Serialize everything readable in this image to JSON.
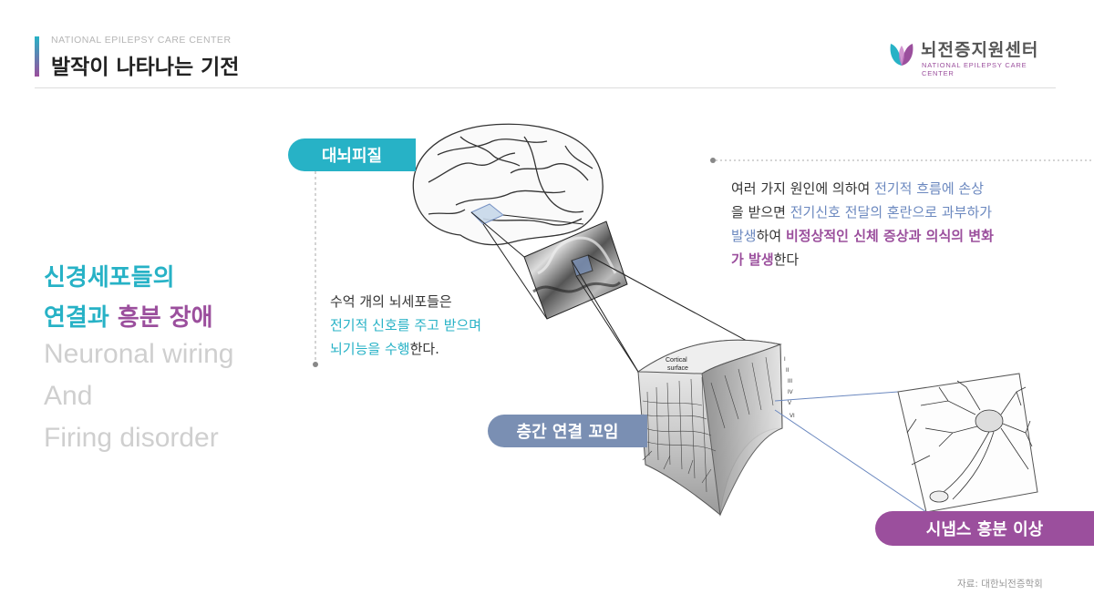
{
  "header": {
    "subtitle": "NATIONAL EPILEPSY CARE CENTER",
    "title": "발작이 나타나는 기전"
  },
  "logo": {
    "name": "뇌전증지원센터",
    "english": "NATIONAL EPILEPSY CARE CENTER"
  },
  "left_panel": {
    "korean_line1": "신경세포들의",
    "korean_line2_a": "연결과 ",
    "korean_line2_b": "흥분 장애",
    "english_lines": [
      "Neuronal wiring",
      "And",
      "Firing disorder"
    ]
  },
  "labels": {
    "cortex": "대뇌피질",
    "layer": "층간 연결 꼬임",
    "synapse": "시냅스 흥분 이상"
  },
  "cell_text": {
    "line1": "수억 개의 뇌세포들은",
    "line2": "전기적 신호를 주고 받으며",
    "line3_a": "뇌기능을 수행",
    "line3_b": "한다."
  },
  "cause_text": {
    "l1_a": "여러 가지 원인에 의하여 ",
    "l1_b": "전기적 흐름에 손상",
    "l2_a": "을 받으면 ",
    "l2_b": "전기신호 전달의 혼란으로 과부하가",
    "l3_a": "발생",
    "l3_b": "하여 ",
    "l3_c": "비정상적인 신체 증상과 의식의 변화",
    "l4_a": "가 발생",
    "l4_b": "한다"
  },
  "figure": {
    "cortical_surface": "Cortical\nsurface",
    "layer_numerals": [
      "I",
      "II",
      "III",
      "IV",
      "V",
      "VI"
    ]
  },
  "source": "자료: 대한뇌전증학회",
  "colors": {
    "teal": "#27b2c6",
    "purple": "#9b4f9d",
    "slate_blue": "#7a8fb3"
  }
}
